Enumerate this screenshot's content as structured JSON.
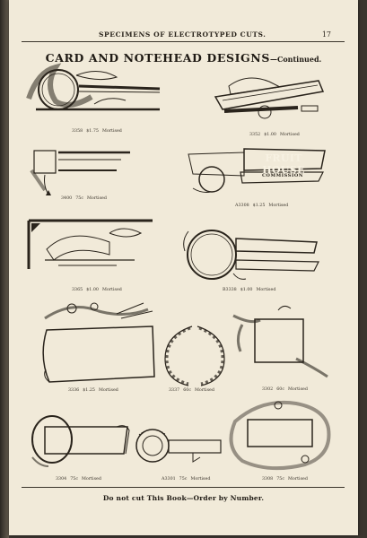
{
  "header": {
    "title": "SPECIMENS OF ELECTROTYPED CUTS.",
    "page_number": "17"
  },
  "heading": {
    "title": "CARD AND NOTEHEAD DESIGNS",
    "continued": "—Continued."
  },
  "cuts": [
    {
      "id": "c1",
      "number": "3358",
      "price": "$1.75",
      "label": "Mortised"
    },
    {
      "id": "c2",
      "number": "3352",
      "price": "$1.00",
      "label": "Mortised"
    },
    {
      "id": "c3",
      "number": "3400",
      "price": "75c",
      "label": "Mortised"
    },
    {
      "id": "c4",
      "number": "A3308",
      "price": "$1.25",
      "label": "Mortised",
      "sign_text": "FRUIT HOUSE",
      "sign_sub": "COMMISSION"
    },
    {
      "id": "c5",
      "number": "3365",
      "price": "$1.00",
      "label": "Mortised"
    },
    {
      "id": "c6",
      "number": "B3338",
      "price": "$1.00",
      "label": "Mortised"
    },
    {
      "id": "c7",
      "number": "3336",
      "price": "$1.25",
      "label": "Mortised"
    },
    {
      "id": "c8",
      "number": "3337",
      "price": "60c",
      "label": "Mortised"
    },
    {
      "id": "c9",
      "number": "3302",
      "price": "60c",
      "label": "Mortised"
    },
    {
      "id": "c10",
      "number": "3304",
      "price": "75c",
      "label": "Mortised"
    },
    {
      "id": "c11",
      "number": "A3301",
      "price": "75c",
      "label": "Mortised"
    },
    {
      "id": "c12",
      "number": "3308",
      "price": "75c",
      "label": "Mortised"
    }
  ],
  "footer": {
    "note": "Do not cut This Book—Order by Number."
  },
  "colors": {
    "paper": "#f1ead9",
    "ink": "#2a241c",
    "binding": "#3b362f"
  }
}
